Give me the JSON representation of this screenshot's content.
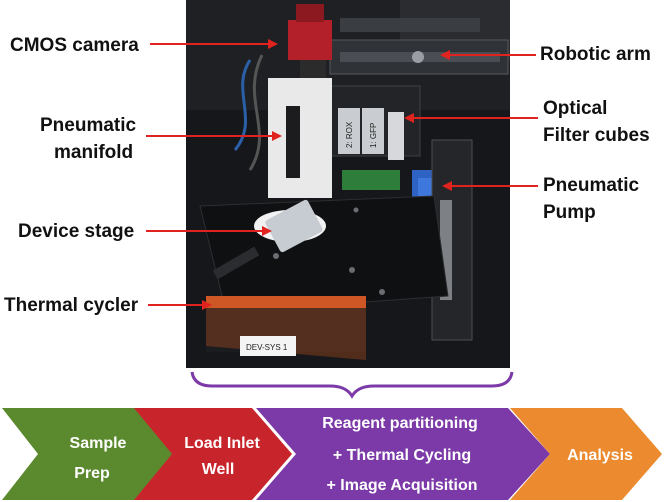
{
  "photo": {
    "device_label": "DEV-SYS 1",
    "cube_labels": [
      "2: ROX",
      "1: GFP"
    ]
  },
  "callouts": {
    "cmos_camera": "CMOS camera",
    "robotic_arm": "Robotic arm",
    "pneumatic_manifold": [
      "Pneumatic",
      "manifold"
    ],
    "optical_filter_cubes": [
      "Optical",
      "Filter cubes"
    ],
    "pneumatic_pump": [
      "Pneumatic",
      "Pump"
    ],
    "device_stage": "Device stage",
    "thermal_cycler": "Thermal cycler"
  },
  "workflow": {
    "steps": [
      {
        "lines": [
          "Sample",
          "Prep"
        ],
        "color": "#5b8a2e"
      },
      {
        "lines": [
          "Load Inlet",
          "Well"
        ],
        "color": "#c8242c"
      },
      {
        "lines": [
          "Reagent partitioning",
          "+ Thermal Cycling",
          "+ Image Acquisition"
        ],
        "color": "#7b3aa8"
      },
      {
        "lines": [
          "Analysis"
        ],
        "color": "#ec8a2f"
      }
    ],
    "brace_color": "#7b3aa8"
  },
  "colors": {
    "arrow": "#e0231e"
  }
}
